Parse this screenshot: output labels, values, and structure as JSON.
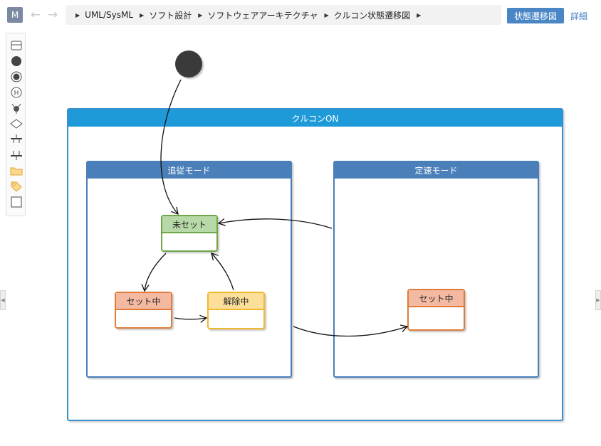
{
  "app": {
    "model_button": "M",
    "back_arrow": "←",
    "forward_arrow": "→"
  },
  "breadcrumb": {
    "items": [
      "UML/SysML",
      "ソフト設計",
      "ソフトウェアアーキテクチャ",
      "クルコン状態遷移図"
    ]
  },
  "view_tabs": {
    "active": "状態遷移図",
    "detail": "詳細"
  },
  "palette": {
    "tools": [
      "state-tool",
      "initial-state-tool",
      "final-state-tool",
      "history-tool",
      "junction-tool",
      "choice-tool",
      "fork-tool",
      "join-tool",
      "folder-tool",
      "tag-tool",
      "rectangle-tool"
    ]
  },
  "diagram": {
    "composite_state": {
      "label": "クルコンON"
    },
    "regions": [
      {
        "label": "追従モード"
      },
      {
        "label": "定速モード"
      }
    ],
    "states": [
      {
        "label": "未セット",
        "fill": "#b7d9a8",
        "border": "#6fa648"
      },
      {
        "label": "セット中",
        "fill": "#f4b9a1",
        "border": "#e07b39"
      },
      {
        "label": "解除中",
        "fill": "#fedf99",
        "border": "#f0b92c"
      },
      {
        "label": "セット中",
        "fill": "#f4b9a1",
        "border": "#e07b39"
      }
    ]
  },
  "side_handles": {
    "left": "◀",
    "right": "▶"
  }
}
